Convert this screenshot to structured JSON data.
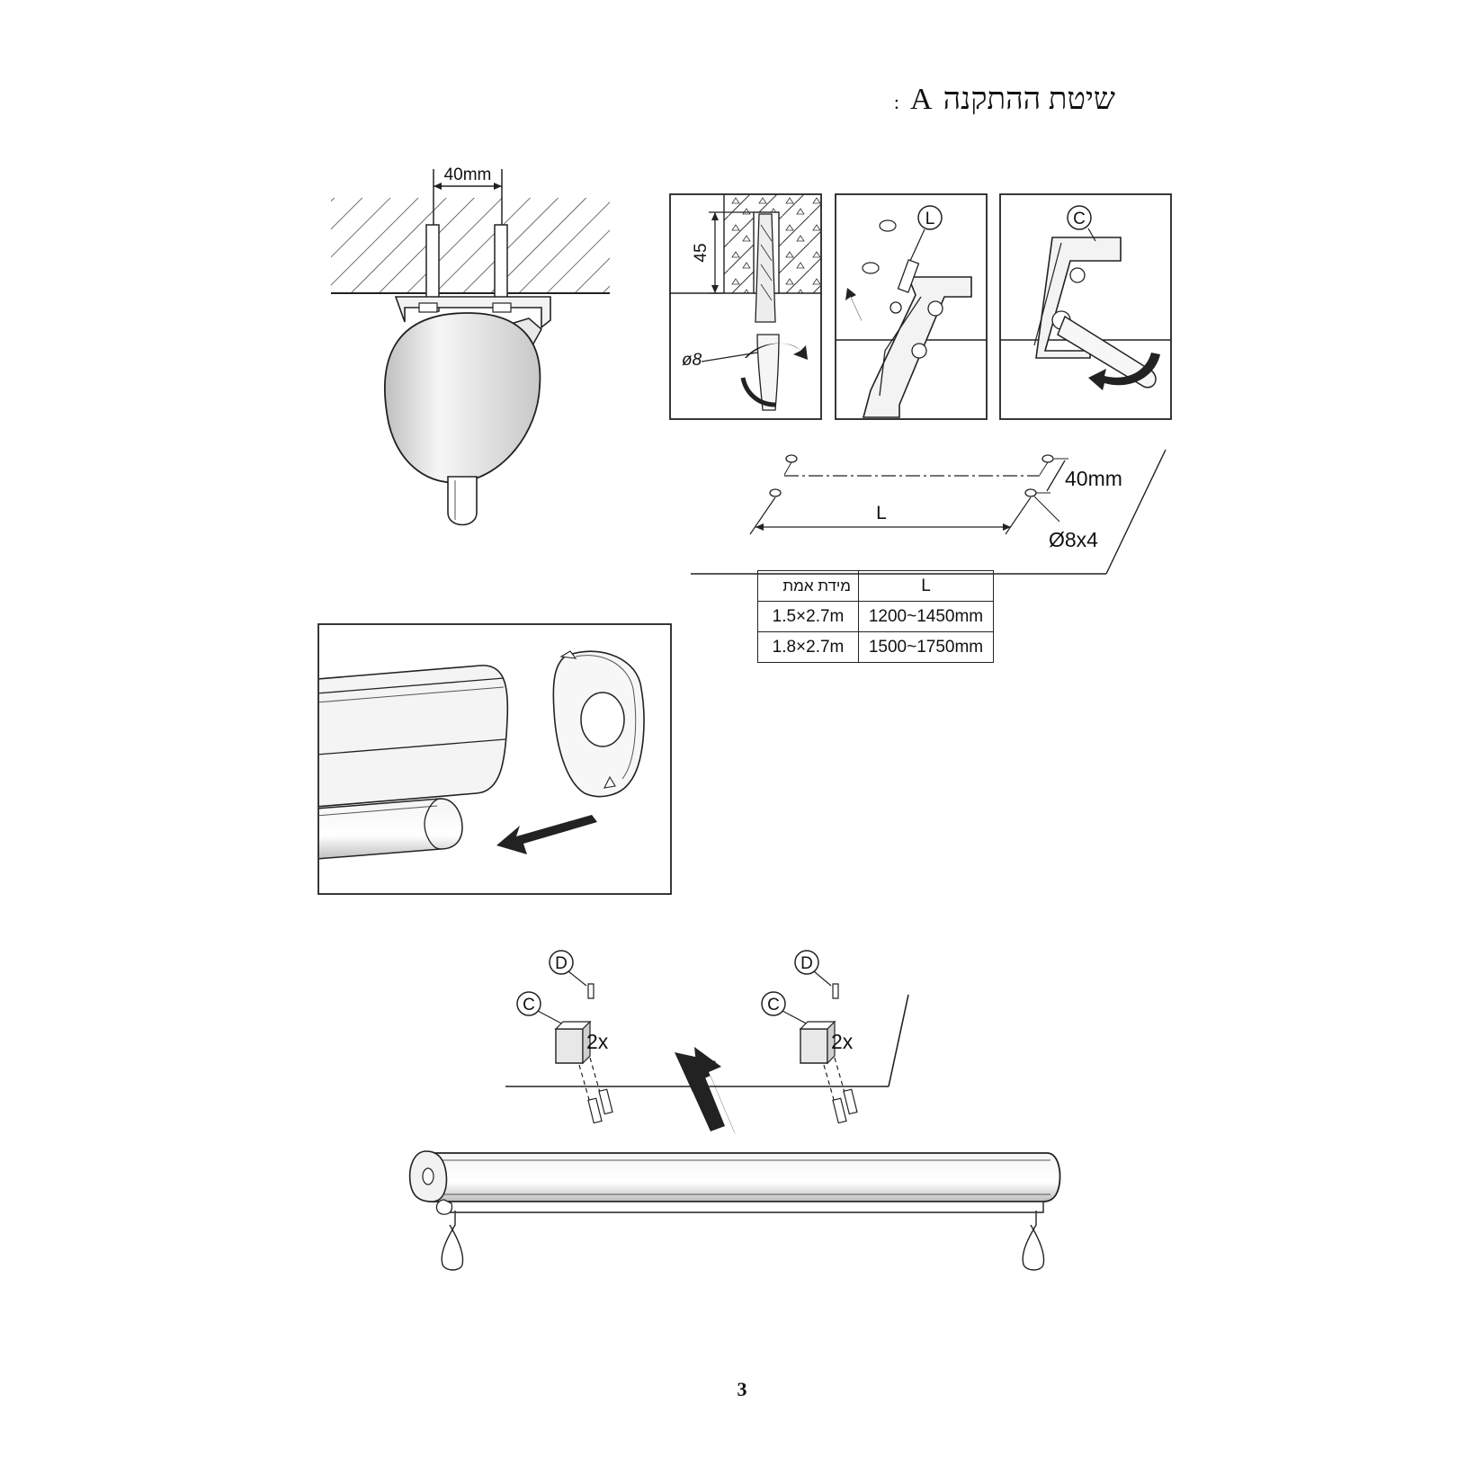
{
  "header": {
    "title": "שיטת ההתקנה",
    "method_letter": "A",
    "colon": ":"
  },
  "figure_ceiling": {
    "spacing_label": "40mm"
  },
  "figure_drill": {
    "depth_label": "45",
    "diameter_label": "ø8"
  },
  "figure_bracket_l": {
    "callout": "L"
  },
  "figure_bracket_c": {
    "callout": "C"
  },
  "figure_layout": {
    "spacing_label": "40mm",
    "length_label": "L",
    "holes_label": "Ø8x4"
  },
  "spec_table": {
    "headers": [
      "מידת אמת",
      "L"
    ],
    "rows": [
      [
        "1.5×2.7m",
        "1200~1450mm"
      ],
      [
        "1.8×2.7m",
        "1500~1750mm"
      ]
    ]
  },
  "figure_assembly": {
    "left_callout_d": "D",
    "left_callout_c": "C",
    "left_qty": "2x",
    "right_callout_d": "D",
    "right_callout_c": "C",
    "right_qty": "2x"
  },
  "footer": {
    "page_number": "3"
  }
}
